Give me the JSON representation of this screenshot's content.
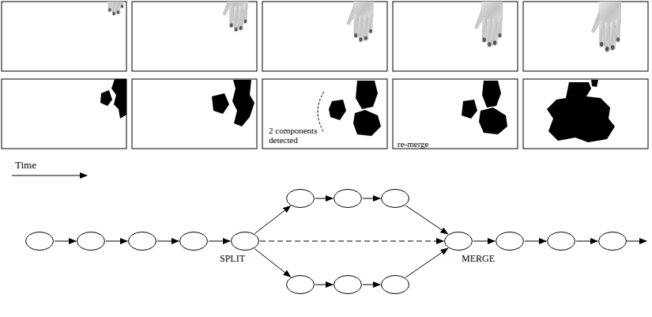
{
  "diagram": {
    "nodes": [
      {
        "text": []
      },
      {
        "text": []
      },
      {
        "text": []
      },
      {
        "text": []
      },
      {
        "text": [
          "SPLIT"
        ]
      },
      {
        "text": []
      },
      {
        "text": [],
        "in": 5
      },
      {
        "text": [],
        "in": 5
      },
      {
        "text": [],
        "in": 5
      },
      {
        "text": []
      },
      {
        "text": [],
        "in": 9
      },
      {
        "text": [],
        "in": 9
      },
      {
        "text": [],
        "in": 9
      },
      {
        "text": [
          "MERGE"
        ]
      },
      {
        "text": []
      },
      {
        "text": []
      },
      {
        "text": []
      }
    ],
    "edges": [
      {
        "from": 0,
        "to": 1,
        "arrow": "to"
      },
      {
        "from": 1,
        "to": 2,
        "arrow": "to"
      },
      {
        "from": 2,
        "to": 3,
        "arrow": "to"
      },
      {
        "from": 3,
        "to": 4,
        "arrow": "to"
      },
      {
        "from": 4,
        "to": 6,
        "arrow": "to"
      },
      {
        "from": 4,
        "to": 10,
        "arrow": "to"
      },
      {
        "from": 4,
        "to": 13,
        "arrow": "to"
      },
      {
        "from": 6,
        "to": 7,
        "arrow": "to"
      },
      {
        "from": 7,
        "to": 8,
        "arrow": "to"
      },
      {
        "from": 8,
        "to": 13,
        "arrow": "to"
      },
      {
        "from": 10,
        "to": 11,
        "arrow": "to"
      },
      {
        "from": 11,
        "to": 12,
        "arrow": "to"
      },
      {
        "from": 12,
        "to": 13,
        "arrow": "to"
      },
      {
        "from": 13,
        "to": 14,
        "arrow": "to"
      },
      {
        "from": 14,
        "to": 15,
        "arrow": "to"
      },
      {
        "from": 15,
        "to": 16,
        "arrow": "to"
      }
    ],
    "labels": [
      "2 components detected",
      "re-merge",
      "Time"
    ]
  }
}
